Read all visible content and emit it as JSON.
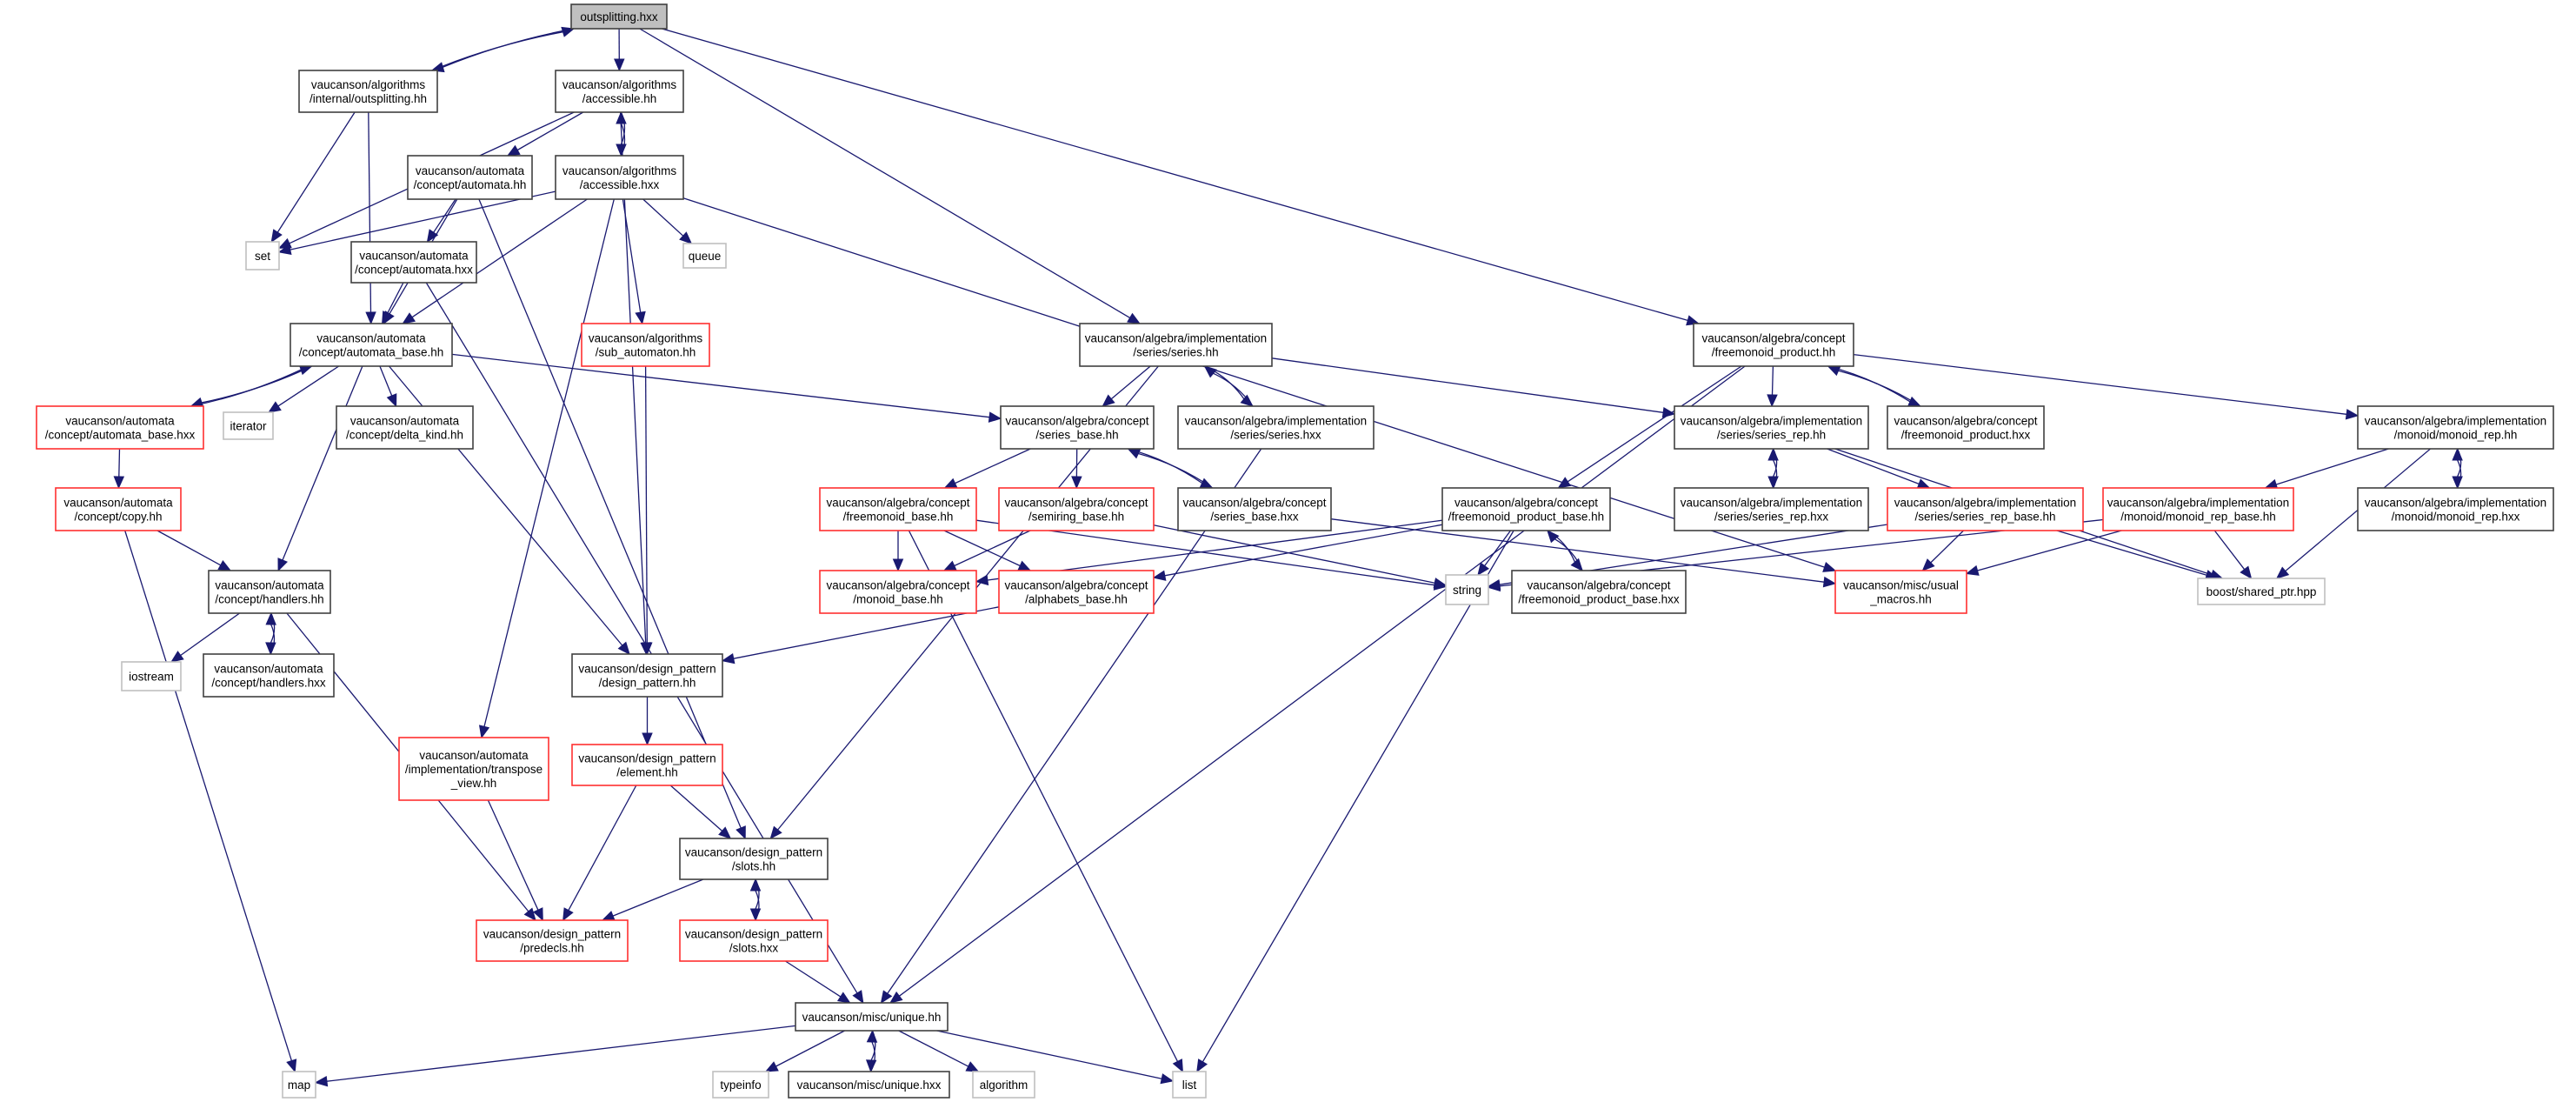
{
  "title": "outsplitting.hxx include dependency graph",
  "legend_colors": {
    "edge": "#191970",
    "documented_border": "#404040",
    "truncated_border": "#ff3030",
    "external_border": "#c0c0c0",
    "root_fill": "#bfbfbf"
  },
  "nodes": [
    {
      "id": "root",
      "kind": "root",
      "lines": [
        "outsplitting.hxx"
      ]
    },
    {
      "id": "int_outsplitting_hh",
      "kind": "documented",
      "lines": [
        "vaucanson/algorithms",
        "/internal/outsplitting.hh"
      ]
    },
    {
      "id": "accessible_hh",
      "kind": "documented",
      "lines": [
        "vaucanson/algorithms",
        "/accessible.hh"
      ]
    },
    {
      "id": "automata_hh",
      "kind": "documented",
      "lines": [
        "vaucanson/automata",
        "/concept/automata.hh"
      ]
    },
    {
      "id": "accessible_hxx",
      "kind": "documented",
      "lines": [
        "vaucanson/algorithms",
        "/accessible.hxx"
      ]
    },
    {
      "id": "set",
      "kind": "external",
      "lines": [
        "set"
      ]
    },
    {
      "id": "automata_hxx",
      "kind": "documented",
      "lines": [
        "vaucanson/automata",
        "/concept/automata.hxx"
      ]
    },
    {
      "id": "queue",
      "kind": "external",
      "lines": [
        "queue"
      ]
    },
    {
      "id": "automata_base_hh",
      "kind": "documented",
      "lines": [
        "vaucanson/automata",
        "/concept/automata_base.hh"
      ]
    },
    {
      "id": "sub_automaton_hh",
      "kind": "truncated",
      "lines": [
        "vaucanson/algorithms",
        "/sub_automaton.hh"
      ]
    },
    {
      "id": "series_hh",
      "kind": "documented",
      "lines": [
        "vaucanson/algebra/implementation",
        "/series/series.hh"
      ]
    },
    {
      "id": "freemonoid_product_hh",
      "kind": "documented",
      "lines": [
        "vaucanson/algebra/concept",
        "/freemonoid_product.hh"
      ]
    },
    {
      "id": "automata_base_hxx",
      "kind": "truncated",
      "lines": [
        "vaucanson/automata",
        "/concept/automata_base.hxx"
      ]
    },
    {
      "id": "iterator",
      "kind": "external",
      "lines": [
        "iterator"
      ]
    },
    {
      "id": "delta_kind_hh",
      "kind": "documented",
      "lines": [
        "vaucanson/automata",
        "/concept/delta_kind.hh"
      ]
    },
    {
      "id": "series_base_hh",
      "kind": "documented",
      "lines": [
        "vaucanson/algebra/concept",
        "/series_base.hh"
      ]
    },
    {
      "id": "series_hxx",
      "kind": "documented",
      "lines": [
        "vaucanson/algebra/implementation",
        "/series/series.hxx"
      ]
    },
    {
      "id": "series_rep_hh",
      "kind": "documented",
      "lines": [
        "vaucanson/algebra/implementation",
        "/series/series_rep.hh"
      ]
    },
    {
      "id": "freemonoid_product_hxx",
      "kind": "documented",
      "lines": [
        "vaucanson/algebra/concept",
        "/freemonoid_product.hxx"
      ]
    },
    {
      "id": "monoid_rep_hh",
      "kind": "documented",
      "lines": [
        "vaucanson/algebra/implementation",
        "/monoid/monoid_rep.hh"
      ]
    },
    {
      "id": "copy_hh",
      "kind": "truncated",
      "lines": [
        "vaucanson/automata",
        "/concept/copy.hh"
      ]
    },
    {
      "id": "freemonoid_base_hh",
      "kind": "truncated",
      "lines": [
        "vaucanson/algebra/concept",
        "/freemonoid_base.hh"
      ]
    },
    {
      "id": "semiring_base_hh",
      "kind": "truncated",
      "lines": [
        "vaucanson/algebra/concept",
        "/semiring_base.hh"
      ]
    },
    {
      "id": "series_base_hxx",
      "kind": "documented",
      "lines": [
        "vaucanson/algebra/concept",
        "/series_base.hxx"
      ]
    },
    {
      "id": "freemonoid_product_base_hh",
      "kind": "documented",
      "lines": [
        "vaucanson/algebra/concept",
        "/freemonoid_product_base.hh"
      ]
    },
    {
      "id": "series_rep_hxx",
      "kind": "documented",
      "lines": [
        "vaucanson/algebra/implementation",
        "/series/series_rep.hxx"
      ]
    },
    {
      "id": "series_rep_base_hh",
      "kind": "truncated",
      "lines": [
        "vaucanson/algebra/implementation",
        "/series/series_rep_base.hh"
      ]
    },
    {
      "id": "monoid_rep_base_hh",
      "kind": "truncated",
      "lines": [
        "vaucanson/algebra/implementation",
        "/monoid/monoid_rep_base.hh"
      ]
    },
    {
      "id": "monoid_rep_hxx",
      "kind": "documented",
      "lines": [
        "vaucanson/algebra/implementation",
        "/monoid/monoid_rep.hxx"
      ]
    },
    {
      "id": "handlers_hh",
      "kind": "documented",
      "lines": [
        "vaucanson/automata",
        "/concept/handlers.hh"
      ]
    },
    {
      "id": "monoid_base_hh",
      "kind": "truncated",
      "lines": [
        "vaucanson/algebra/concept",
        "/monoid_base.hh"
      ]
    },
    {
      "id": "alphabets_base_hh",
      "kind": "truncated",
      "lines": [
        "vaucanson/algebra/concept",
        "/alphabets_base.hh"
      ]
    },
    {
      "id": "string",
      "kind": "external",
      "lines": [
        "string"
      ]
    },
    {
      "id": "freemonoid_product_base_hxx",
      "kind": "documented",
      "lines": [
        "vaucanson/algebra/concept",
        "/freemonoid_product_base.hxx"
      ]
    },
    {
      "id": "usual_macros_hh",
      "kind": "truncated",
      "lines": [
        "vaucanson/misc/usual",
        "_macros.hh"
      ]
    },
    {
      "id": "shared_ptr_hpp",
      "kind": "external",
      "lines": [
        "boost/shared_ptr.hpp"
      ]
    },
    {
      "id": "iostream",
      "kind": "external",
      "lines": [
        "iostream"
      ]
    },
    {
      "id": "handlers_hxx",
      "kind": "documented",
      "lines": [
        "vaucanson/automata",
        "/concept/handlers.hxx"
      ]
    },
    {
      "id": "design_pattern_hh",
      "kind": "documented",
      "lines": [
        "vaucanson/design_pattern",
        "/design_pattern.hh"
      ]
    },
    {
      "id": "transpose_view_hh",
      "kind": "truncated",
      "lines": [
        "vaucanson/automata",
        "/implementation/transpose",
        "_view.hh"
      ]
    },
    {
      "id": "element_hh",
      "kind": "truncated",
      "lines": [
        "vaucanson/design_pattern",
        "/element.hh"
      ]
    },
    {
      "id": "slots_hh",
      "kind": "documented",
      "lines": [
        "vaucanson/design_pattern",
        "/slots.hh"
      ]
    },
    {
      "id": "predecls_hh",
      "kind": "truncated",
      "lines": [
        "vaucanson/design_pattern",
        "/predecls.hh"
      ]
    },
    {
      "id": "slots_hxx",
      "kind": "truncated",
      "lines": [
        "vaucanson/design_pattern",
        "/slots.hxx"
      ]
    },
    {
      "id": "unique_hh",
      "kind": "documented",
      "lines": [
        "vaucanson/misc/unique.hh"
      ]
    },
    {
      "id": "map",
      "kind": "external",
      "lines": [
        "map"
      ]
    },
    {
      "id": "typeinfo",
      "kind": "external",
      "lines": [
        "typeinfo"
      ]
    },
    {
      "id": "unique_hxx",
      "kind": "documented",
      "lines": [
        "vaucanson/misc/unique.hxx"
      ]
    },
    {
      "id": "algorithm",
      "kind": "external",
      "lines": [
        "algorithm"
      ]
    },
    {
      "id": "list",
      "kind": "external",
      "lines": [
        "list"
      ]
    }
  ],
  "edges": [
    [
      "root",
      "int_outsplitting_hh"
    ],
    [
      "int_outsplitting_hh",
      "root"
    ],
    [
      "root",
      "accessible_hh"
    ],
    [
      "root",
      "series_hh"
    ],
    [
      "root",
      "freemonoid_product_hh"
    ],
    [
      "int_outsplitting_hh",
      "set"
    ],
    [
      "int_outsplitting_hh",
      "automata_base_hh"
    ],
    [
      "accessible_hh",
      "set"
    ],
    [
      "accessible_hh",
      "automata_hh"
    ],
    [
      "accessible_hh",
      "accessible_hxx"
    ],
    [
      "accessible_hxx",
      "accessible_hh"
    ],
    [
      "accessible_hh",
      "design_pattern_hh"
    ],
    [
      "automata_hh",
      "automata_hxx"
    ],
    [
      "automata_hh",
      "automata_base_hh"
    ],
    [
      "automata_hh",
      "slots_hh"
    ],
    [
      "accessible_hxx",
      "set"
    ],
    [
      "accessible_hxx",
      "queue"
    ],
    [
      "accessible_hxx",
      "automata_base_hh"
    ],
    [
      "accessible_hxx",
      "sub_automaton_hh"
    ],
    [
      "accessible_hxx",
      "transpose_view_hh"
    ],
    [
      "accessible_hxx",
      "usual_macros_hh"
    ],
    [
      "automata_hxx",
      "automata_base_hh"
    ],
    [
      "automata_hxx",
      "unique_hh"
    ],
    [
      "automata_base_hh",
      "automata_base_hxx"
    ],
    [
      "automata_base_hxx",
      "automata_base_hh"
    ],
    [
      "automata_base_hh",
      "iterator"
    ],
    [
      "automata_base_hh",
      "delta_kind_hh"
    ],
    [
      "automata_base_hh",
      "handlers_hh"
    ],
    [
      "automata_base_hh",
      "design_pattern_hh"
    ],
    [
      "automata_base_hh",
      "series_base_hh"
    ],
    [
      "sub_automaton_hh",
      "design_pattern_hh"
    ],
    [
      "series_hh",
      "series_base_hh"
    ],
    [
      "series_hh",
      "series_hxx"
    ],
    [
      "series_hxx",
      "series_hh"
    ],
    [
      "series_hh",
      "series_rep_hh"
    ],
    [
      "series_hh",
      "slots_hh"
    ],
    [
      "series_hxx",
      "unique_hh"
    ],
    [
      "freemonoid_product_hh",
      "series_rep_hh"
    ],
    [
      "freemonoid_product_hh",
      "freemonoid_product_hxx"
    ],
    [
      "freemonoid_product_hxx",
      "freemonoid_product_hh"
    ],
    [
      "freemonoid_product_hh",
      "monoid_rep_hh"
    ],
    [
      "freemonoid_product_hh",
      "freemonoid_product_base_hh"
    ],
    [
      "freemonoid_product_hh",
      "unique_hh"
    ],
    [
      "automata_base_hxx",
      "copy_hh"
    ],
    [
      "copy_hh",
      "handlers_hh"
    ],
    [
      "copy_hh",
      "map"
    ],
    [
      "series_base_hh",
      "freemonoid_base_hh"
    ],
    [
      "series_base_hh",
      "semiring_base_hh"
    ],
    [
      "series_base_hh",
      "series_base_hxx"
    ],
    [
      "series_base_hxx",
      "series_base_hh"
    ],
    [
      "series_base_hxx",
      "usual_macros_hh"
    ],
    [
      "series_rep_hh",
      "series_rep_hxx"
    ],
    [
      "series_rep_hxx",
      "series_rep_hh"
    ],
    [
      "series_rep_hh",
      "series_rep_base_hh"
    ],
    [
      "series_rep_hh",
      "shared_ptr_hpp"
    ],
    [
      "monoid_rep_hh",
      "monoid_rep_base_hh"
    ],
    [
      "monoid_rep_hh",
      "monoid_rep_hxx"
    ],
    [
      "monoid_rep_hxx",
      "monoid_rep_hh"
    ],
    [
      "monoid_rep_hh",
      "shared_ptr_hpp"
    ],
    [
      "freemonoid_base_hh",
      "monoid_base_hh"
    ],
    [
      "freemonoid_base_hh",
      "alphabets_base_hh"
    ],
    [
      "freemonoid_base_hh",
      "string"
    ],
    [
      "freemonoid_base_hh",
      "list"
    ],
    [
      "semiring_base_hh",
      "monoid_base_hh"
    ],
    [
      "semiring_base_hh",
      "string"
    ],
    [
      "freemonoid_product_base_hh",
      "monoid_base_hh"
    ],
    [
      "freemonoid_product_base_hh",
      "alphabets_base_hh"
    ],
    [
      "freemonoid_product_base_hh",
      "string"
    ],
    [
      "freemonoid_product_base_hh",
      "freemonoid_product_base_hxx"
    ],
    [
      "freemonoid_product_base_hxx",
      "freemonoid_product_base_hh"
    ],
    [
      "freemonoid_product_base_hh",
      "list"
    ],
    [
      "series_rep_base_hh",
      "string"
    ],
    [
      "series_rep_base_hh",
      "usual_macros_hh"
    ],
    [
      "series_rep_base_hh",
      "shared_ptr_hpp"
    ],
    [
      "monoid_rep_base_hh",
      "string"
    ],
    [
      "monoid_rep_base_hh",
      "usual_macros_hh"
    ],
    [
      "monoid_rep_base_hh",
      "shared_ptr_hpp"
    ],
    [
      "handlers_hh",
      "iostream"
    ],
    [
      "handlers_hh",
      "handlers_hxx"
    ],
    [
      "handlers_hxx",
      "handlers_hh"
    ],
    [
      "handlers_hh",
      "predecls_hh"
    ],
    [
      "alphabets_base_hh",
      "design_pattern_hh"
    ],
    [
      "design_pattern_hh",
      "element_hh"
    ],
    [
      "transpose_view_hh",
      "predecls_hh"
    ],
    [
      "element_hh",
      "predecls_hh"
    ],
    [
      "element_hh",
      "slots_hh"
    ],
    [
      "slots_hh",
      "predecls_hh"
    ],
    [
      "slots_hh",
      "slots_hxx"
    ],
    [
      "slots_hxx",
      "slots_hh"
    ],
    [
      "slots_hxx",
      "unique_hh"
    ],
    [
      "unique_hh",
      "map"
    ],
    [
      "unique_hh",
      "typeinfo"
    ],
    [
      "unique_hh",
      "unique_hxx"
    ],
    [
      "unique_hxx",
      "unique_hh"
    ],
    [
      "unique_hh",
      "algorithm"
    ],
    [
      "unique_hh",
      "list"
    ]
  ]
}
